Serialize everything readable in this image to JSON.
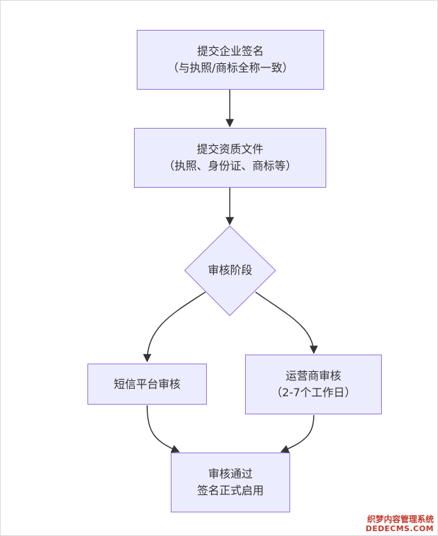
{
  "nodes": {
    "submit_signature": {
      "line1": "提交企业签名",
      "line2": "（与执照/商标全称一致）"
    },
    "submit_documents": {
      "line1": "提交资质文件",
      "line2": "（执照、身份证、商标等）"
    },
    "review_stage": {
      "label": "审核阶段"
    },
    "platform_review": {
      "label": "短信平台审核"
    },
    "carrier_review": {
      "line1": "运营商审核",
      "line2": "（2-7个工作日）"
    },
    "approved": {
      "line1": "审核通过",
      "line2": "签名正式启用"
    }
  },
  "watermark": {
    "cn": "织梦内容管理系统",
    "en": "DEDECMS.COM"
  },
  "colors": {
    "node_fill": "#ececff",
    "node_border": "#9370db",
    "edge": "#333333",
    "text": "#333333"
  }
}
